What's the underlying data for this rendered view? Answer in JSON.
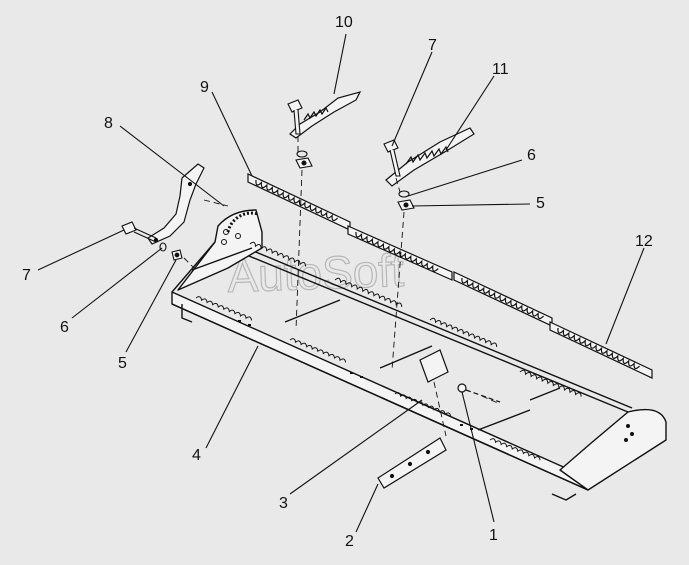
{
  "diagram": {
    "watermark": "AutoSoft",
    "callouts": {
      "c1": "1",
      "c2": "2",
      "c3": "3",
      "c4": "4",
      "c5_left": "5",
      "c5_right": "5",
      "c6_left": "6",
      "c6_right": "6",
      "c7_left": "7",
      "c7_top": "7",
      "c8": "8",
      "c9": "9",
      "c10": "10",
      "c11": "11",
      "c12": "12"
    },
    "colors": {
      "background": "#e9e9e9",
      "line": "#111111",
      "watermark": "#b7b7b7"
    }
  }
}
